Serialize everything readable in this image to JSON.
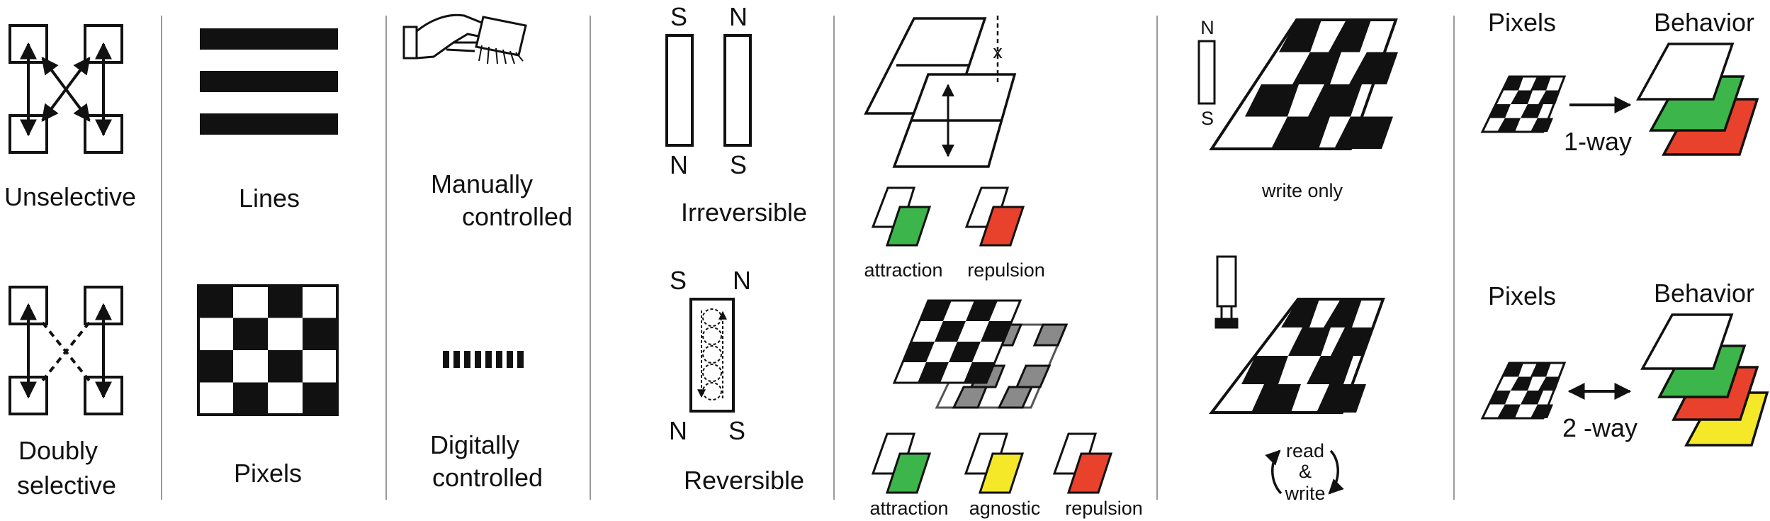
{
  "colors": {
    "black": "#111111",
    "green": "#3cb54a",
    "red": "#e8412c",
    "yellow": "#f5e829",
    "gray": "#8a8a8a",
    "divider": "#9a9a9a"
  },
  "selectivity": {
    "top": "Unselective",
    "bottom_line1": "Doubly",
    "bottom_line2": "selective"
  },
  "geometry": {
    "top": "Lines",
    "bottom": "Pixels"
  },
  "control": {
    "top_line1": "Manually",
    "top_line2": "controlled",
    "bottom_line1": "Digitally",
    "bottom_line2": "controlled"
  },
  "magnets": {
    "top_pole_s1": "S",
    "top_pole_n1": "N",
    "top_pole_n2": "N",
    "top_pole_s2": "S",
    "top_label": "Irreversible",
    "bottom_pole_s1": "S",
    "bottom_pole_n1": "N",
    "bottom_pole_n2": "N",
    "bottom_pole_s2": "S",
    "bottom_label": "Reversible"
  },
  "interaction": {
    "x_mark": "x",
    "attraction": "attraction",
    "repulsion": "repulsion",
    "attraction2": "attraction",
    "agnostic": "agnostic",
    "repulsion2": "repulsion"
  },
  "writing": {
    "magnet_n": "N",
    "magnet_s": "S",
    "write_only": "write only",
    "read": "read",
    "amp": "&",
    "write": "write"
  },
  "behavior": {
    "pixels_top": "Pixels",
    "behavior_top": "Behavior",
    "one_way": "1-way",
    "pixels_bottom": "Pixels",
    "behavior_bottom": "Behavior",
    "two_way": "2 -way"
  }
}
